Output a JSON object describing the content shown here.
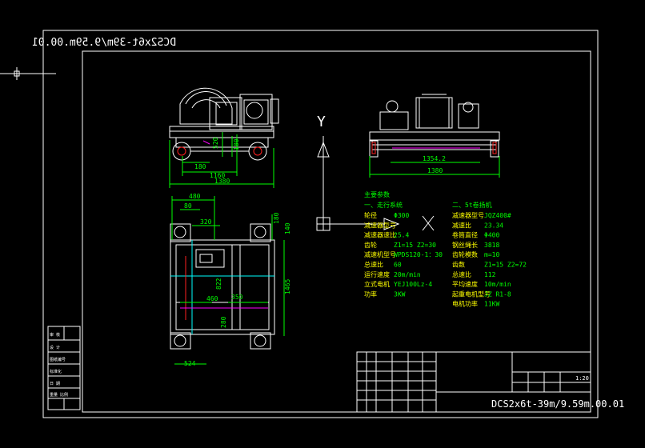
{
  "drawing": {
    "title_mirrored": "DCS2x6t-39m/9.59m.00.01",
    "title": "DCS2x6t-39m/9.59m.00.01",
    "scale": "1:20",
    "view_label": "Y"
  },
  "dimensions": {
    "front_1380": "1380",
    "front_1160": "1160",
    "front_180": "180",
    "front_180b": "180",
    "front_520": "520",
    "side_1354": "1354.2",
    "side_1380": "1380",
    "plan_480": "480",
    "plan_80": "80",
    "plan_320": "320",
    "plan_180": "180",
    "plan_140": "140",
    "plan_1465": "1465",
    "plan_350": "350",
    "plan_460": "460",
    "plan_524": "524",
    "plan_822": "822",
    "plan_280": "280"
  },
  "params": {
    "heading": "主要参数",
    "group1_title": "一、走行系统",
    "group1": [
      {
        "label": "轮径",
        "value": "Φ300"
      },
      {
        "label": "减速器型号",
        "value": ""
      },
      {
        "label": "减速器速比",
        "value": "25.4"
      },
      {
        "label": "齿轮",
        "value": "Z1=15   Z2=30"
      },
      {
        "label": "减速机型号",
        "value": "WPDS120-1：30"
      },
      {
        "label": "总速比",
        "value": "60"
      },
      {
        "label": "运行速度",
        "value": "20m/min"
      },
      {
        "label": "立式电机",
        "value": "YEJ100Lz-4"
      },
      {
        "label": "功率",
        "value": "3KW"
      }
    ],
    "group2_title": "二、5t卷扬机",
    "group2": [
      {
        "label": "减速器型号",
        "value": "JQZ400#"
      },
      {
        "label": "减速比",
        "value": "23.34"
      },
      {
        "label": "卷筒直径",
        "value": "Φ400"
      },
      {
        "label": "钢丝绳长",
        "value": "3818"
      },
      {
        "label": "齿轮模数",
        "value": "m=10"
      },
      {
        "label": "齿数",
        "value": "Z1=15   Z2=72"
      },
      {
        "label": "总速比",
        "value": "112"
      },
      {
        "label": "平均速度",
        "value": "10m/min"
      },
      {
        "label": "起重电机型号",
        "value": "JZ R1-8"
      },
      {
        "label": "电机功率",
        "value": "11KW"
      }
    ]
  },
  "left_table": [
    "审 核",
    "设 计",
    "图纸编号",
    "标准化",
    "日 期",
    "重量 比例"
  ]
}
